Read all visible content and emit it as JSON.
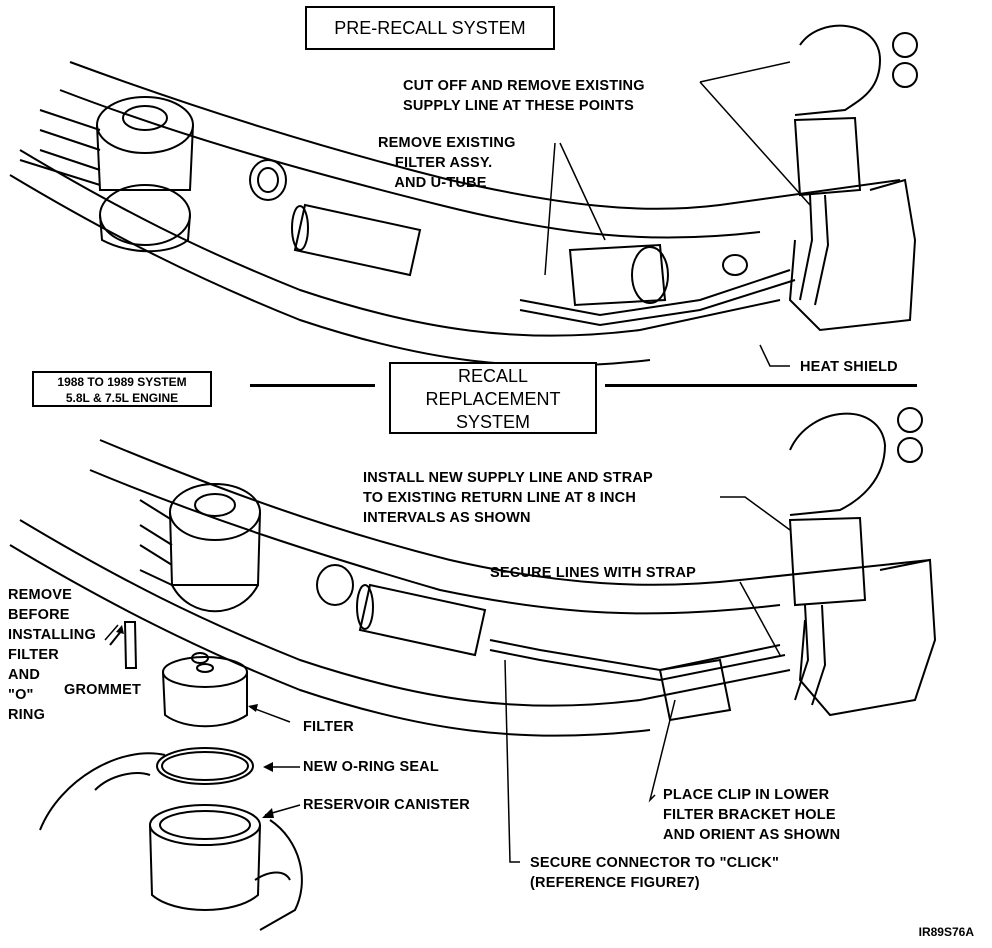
{
  "diagram": {
    "titles": {
      "pre_recall": "PRE-RECALL SYSTEM",
      "recall_line1": "RECALL",
      "recall_line2": "REPLACEMENT",
      "recall_line3": "SYSTEM"
    },
    "system_box": {
      "line1": "1988 TO 1989 SYSTEM",
      "line2": "5.8L & 7.5L ENGINE"
    },
    "pre_recall_callouts": {
      "cut_off": "CUT OFF AND REMOVE EXISTING\nSUPPLY LINE AT THESE POINTS",
      "remove_filter": "REMOVE EXISTING\n    FILTER ASSY.\n    AND U-TUBE",
      "heat_shield": "HEAT SHIELD"
    },
    "replacement_callouts": {
      "install_supply": "INSTALL NEW SUPPLY LINE AND STRAP\nTO EXISTING RETURN LINE AT 8 INCH\nINTERVALS AS SHOWN",
      "secure_lines": "SECURE LINES WITH STRAP",
      "remove_before": "REMOVE\nBEFORE\nINSTALLING\nFILTER\nAND\n\"O\"\nRING",
      "grommet": "GROMMET",
      "filter": "FILTER",
      "oring": "NEW O-RING SEAL",
      "reservoir": "RESERVOIR CANISTER",
      "place_clip": "PLACE CLIP IN LOWER\nFILTER BRACKET HOLE\nAND ORIENT AS SHOWN",
      "secure_connector": "SECURE CONNECTOR TO \"CLICK\"\n(REFERENCE FIGURE7)"
    },
    "figure_code": "IR89S76A"
  }
}
